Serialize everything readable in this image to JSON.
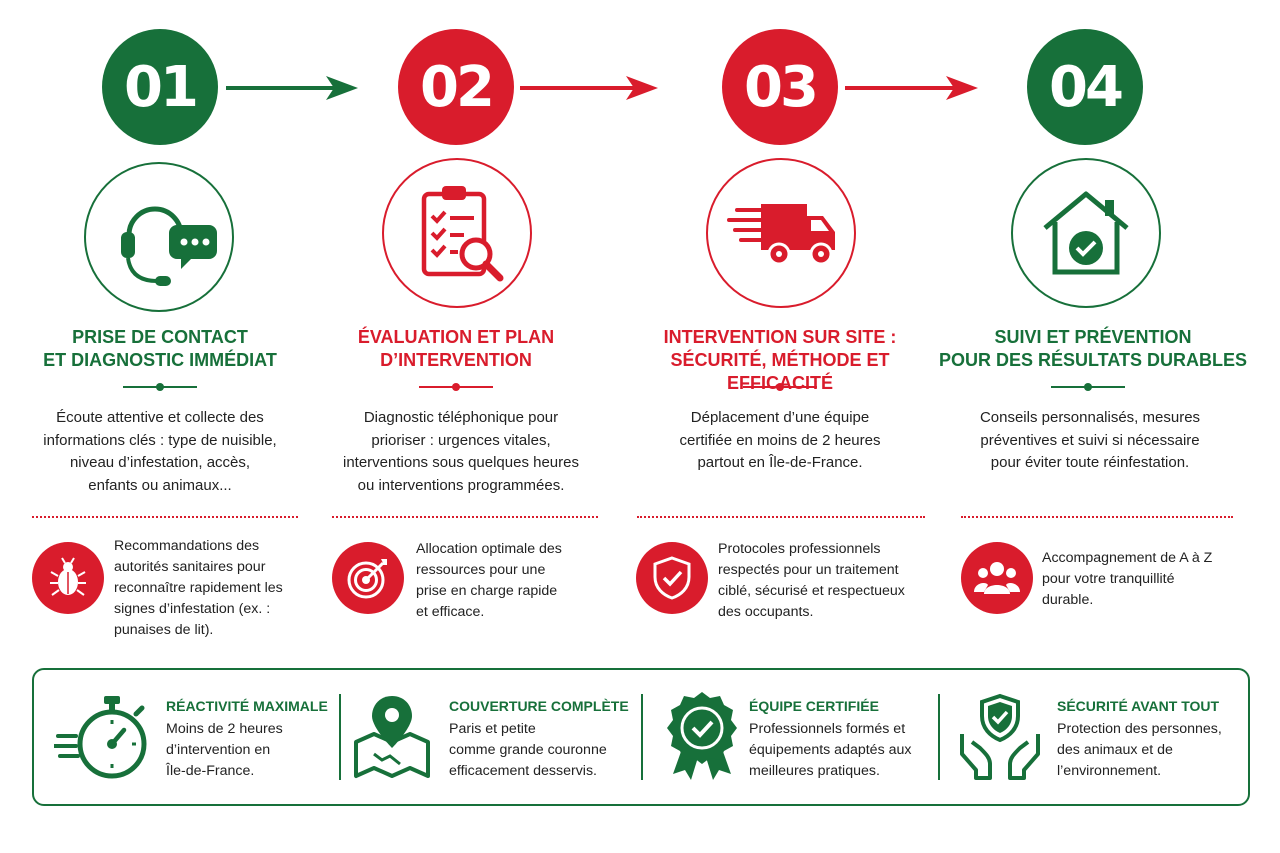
{
  "colors": {
    "green": "#17703a",
    "red": "#d91c2c",
    "text": "#222222"
  },
  "steps": [
    {
      "number": "01",
      "icon": "headset-chat-icon",
      "title_line1": "PRISE DE CONTACT",
      "title_line2": "ET DIAGNOSTIC IMMÉDIAT",
      "desc": [
        "Écoute attentive et collecte des",
        "informations clés : type de nuisible,",
        "niveau d’infestation, accès,",
        "enfants ou animaux..."
      ],
      "sub_icon": "bug-icon",
      "sub_text": [
        "Recommandations des",
        "autorités sanitaires pour",
        "reconnaître rapidement les",
        "signes d’infestation (ex. :",
        "punaises de lit)."
      ]
    },
    {
      "number": "02",
      "icon": "clipboard-search-icon",
      "title_line1": "ÉVALUATION ET PLAN",
      "title_line2": "D’INTERVENTION",
      "desc": [
        "Diagnostic téléphonique pour",
        "prioriser : urgences vitales,",
        "interventions sous quelques heures",
        "ou interventions programmées."
      ],
      "sub_icon": "target-icon",
      "sub_text": [
        "Allocation optimale des",
        "ressources pour une",
        "prise en charge rapide",
        "et efficace."
      ]
    },
    {
      "number": "03",
      "icon": "delivery-truck-icon",
      "title_line1": "INTERVENTION SUR SITE :",
      "title_line2": "SÉCURITÉ, MÉTHODE ET EFFICACITÉ",
      "desc": [
        "Déplacement d’une équipe",
        "certifiée en moins de 2 heures",
        "partout en Île-de-France."
      ],
      "sub_icon": "shield-check-icon",
      "sub_text": [
        "Protocoles professionnels",
        "respectés pour un traitement",
        "ciblé, sécurisé et respectueux",
        "des occupants."
      ]
    },
    {
      "number": "04",
      "icon": "house-check-icon",
      "title_line1": "SUIVI ET PRÉVENTION",
      "title_line2": "POUR DES RÉSULTATS DURABLES",
      "desc": [
        "Conseils personnalisés, mesures",
        "préventives et suivi si nécessaire",
        "pour éviter toute réinfestation."
      ],
      "sub_icon": "group-people-icon",
      "sub_text": [
        "Accompagnement de A à Z",
        "pour votre tranquillité",
        "durable."
      ]
    }
  ],
  "features": [
    {
      "icon": "stopwatch-icon",
      "title": "RÉACTIVITÉ MAXIMALE",
      "text": [
        "Moins de 2 heures",
        "d’intervention en",
        "Île-de-France."
      ]
    },
    {
      "icon": "map-pin-icon",
      "title": "COUVERTURE COMPLÈTE",
      "text": [
        "Paris et petite",
        "comme grande couronne",
        "efficacement desservis."
      ]
    },
    {
      "icon": "certified-badge-icon",
      "title": "ÉQUIPE CERTIFIÉE",
      "text": [
        "Professionnels formés et",
        "équipements adaptés aux",
        "meilleures pratiques."
      ]
    },
    {
      "icon": "hands-shield-icon",
      "title": "SÉCURITÉ AVANT TOUT",
      "text": [
        "Protection des personnes,",
        "des animaux et de",
        "l’environnement."
      ]
    }
  ]
}
